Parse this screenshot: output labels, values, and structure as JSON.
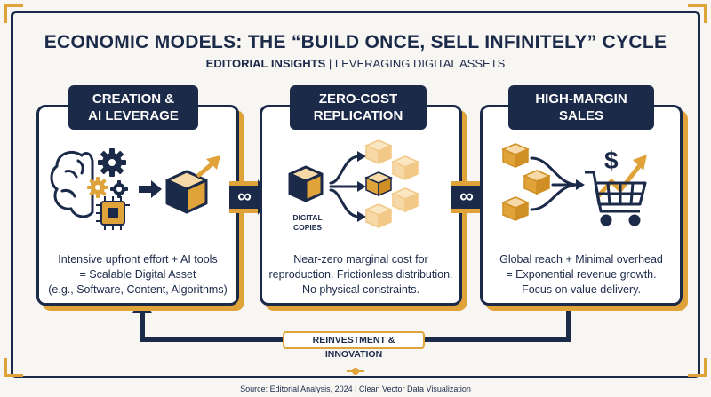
{
  "header": {
    "title": "ECONOMIC MODELS: THE “BUILD ONCE, SELL INFINITELY” CYCLE",
    "subtitle_bold": "EDITORIAL INSIGHTS",
    "subtitle_rest": " | LEVERAGING DIGITAL ASSETS"
  },
  "panels": [
    {
      "title_line1": "CREATION &",
      "title_line2": "AI LEVERAGE",
      "text_line1": "Intensive upfront effort + AI tools",
      "text_line2": "= Scalable Digital Asset",
      "text_line3": "(e.g., Software, Content, Algorithms)"
    },
    {
      "title_line1": "ZERO-COST",
      "title_line2": "REPLICATION",
      "text_line1": "Near-zero marginal cost for",
      "text_line2": "reproduction. Frictionless distribution.",
      "text_line3": "No physical constraints.",
      "icon_label_line1": "DIGITAL",
      "icon_label_line2": "COPIES"
    },
    {
      "title_line1": "HIGH-MARGIN",
      "title_line2": "SALES",
      "text_line1": "Global reach + Minimal overhead",
      "text_line2": "= Exponential revenue growth.",
      "text_line3": "Focus on value delivery."
    }
  ],
  "connectors": {
    "symbol": "∞"
  },
  "loop": {
    "label": "REINVESTMENT & INNOVATION"
  },
  "footer": {
    "source": "Source: Editorial Analysis, 2024 | Clean Vector Data Visualization"
  },
  "colors": {
    "navy": "#1c2a4a",
    "gold": "#e0a33a",
    "light_gold": "#f6d9a6",
    "background": "#f7f6f3"
  },
  "icons": [
    "brain-icon",
    "gear-icon",
    "chip-icon",
    "cube-icon",
    "growth-arrow-icon",
    "cube-copies-icon",
    "dollar-icon",
    "shopping-cart-icon",
    "infinity-icon"
  ]
}
